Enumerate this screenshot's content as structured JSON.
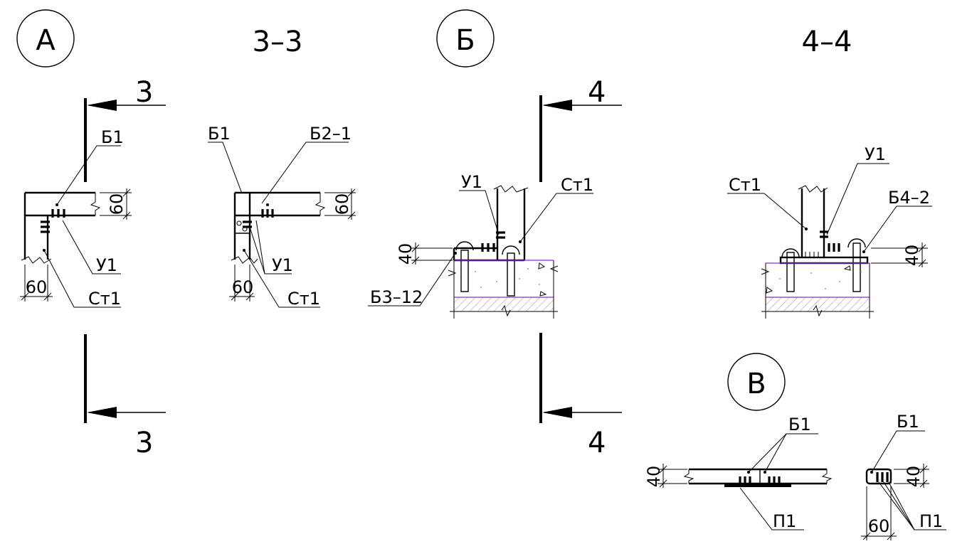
{
  "views": {
    "A": {
      "marker": "А",
      "title": "3–3"
    },
    "B": {
      "marker": "Б",
      "title": "4–4"
    },
    "V": {
      "marker": "В"
    }
  },
  "section_marks": {
    "s3": "3",
    "s4": "4"
  },
  "labels": {
    "b1": "Б1",
    "b2_1": "Б2–1",
    "b3_12": "Б3–12",
    "b4_2": "Б4–2",
    "u1": "У1",
    "st1": "Ст1",
    "p1": "П1"
  },
  "dims": {
    "d60": "60",
    "d40": "40"
  }
}
